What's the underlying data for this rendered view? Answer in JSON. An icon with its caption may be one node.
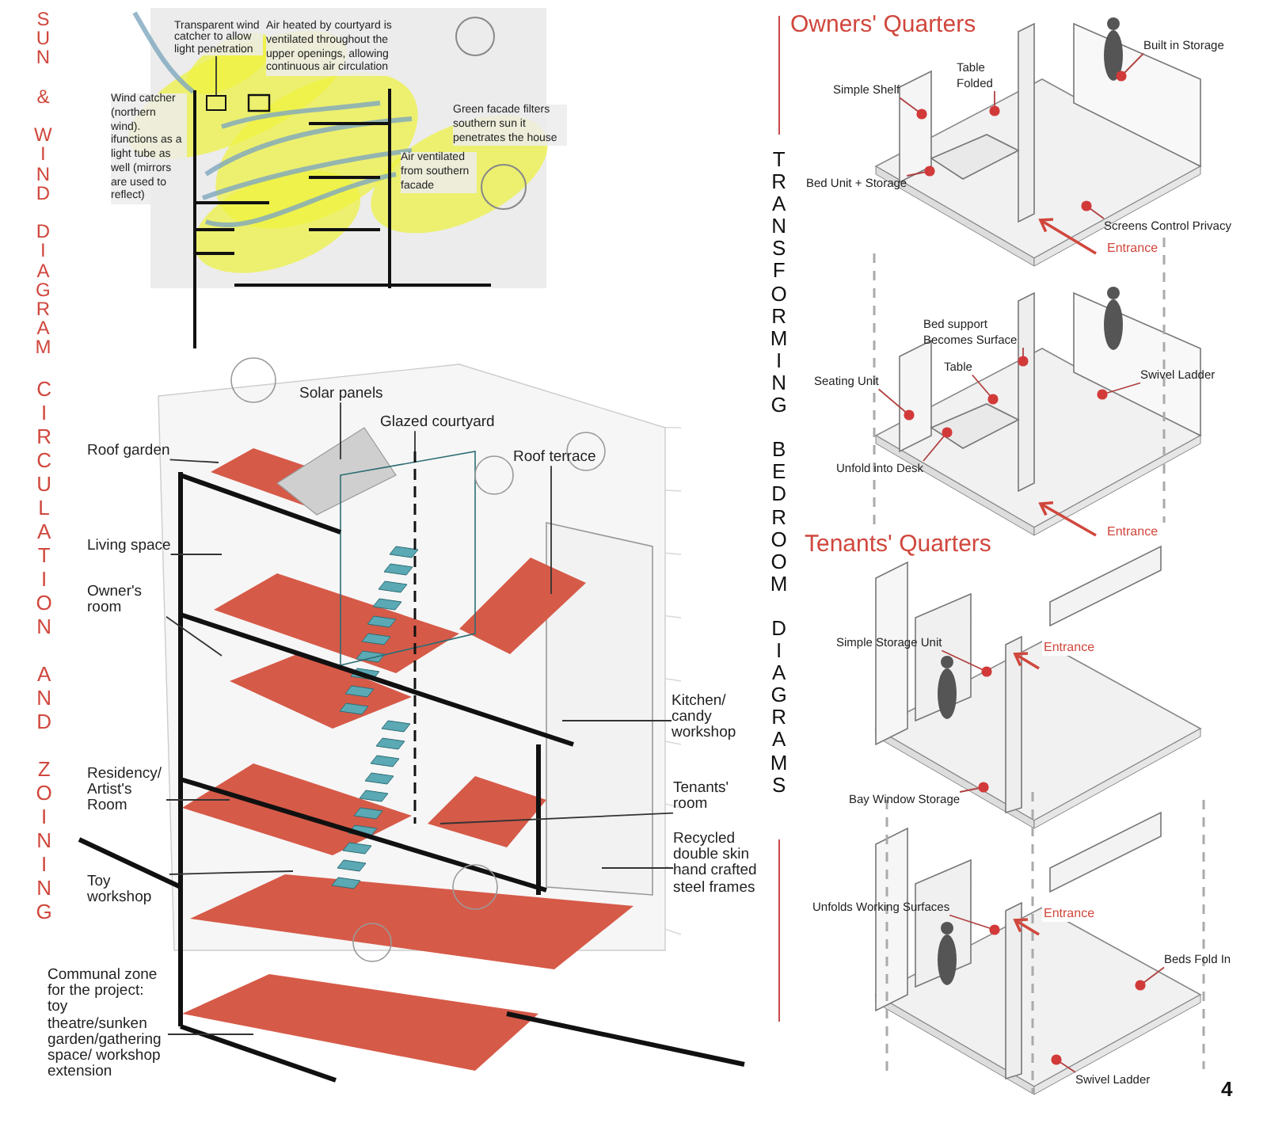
{
  "diagram": {
    "nodes": [
      {
        "text": [
          "Transparent wind catcher to allow light penetration"
        ]
      },
      {
        "text": [
          "Solar panels"
        ]
      },
      {
        "text": [
          "Glazed courtyard"
        ]
      },
      {
        "text": [
          "Roof garden"
        ]
      },
      {
        "text": [
          "Roof terrace"
        ]
      },
      {
        "text": [
          "Living space"
        ]
      },
      {
        "text": [
          "Owner's room"
        ]
      },
      {
        "text": [
          "Kitchen/ candy workshop"
        ]
      },
      {
        "text": [
          "Residency/ Artist's Room"
        ]
      },
      {
        "text": [
          "Tenants' room"
        ]
      },
      {
        "text": [
          "Recycled double skin hand crafted steel frames"
        ]
      },
      {
        "text": [
          "Toy workshop"
        ]
      },
      {
        "text": [
          "Communal zone for the project: toy theatre/sunken garden/gathering space/ workshop extension"
        ]
      },
      {
        "text": [
          "Built in Storage"
        ]
      },
      {
        "text": [
          "Table Folded"
        ]
      },
      {
        "text": [
          "Simple Shelf"
        ]
      },
      {
        "text": [
          "Bed Unit + Storage"
        ]
      },
      {
        "text": [
          "Screens Control Privacy"
        ]
      },
      {
        "text": [
          "Bed support Becomes Surface"
        ]
      },
      {
        "text": [
          "Table"
        ]
      },
      {
        "text": [
          "Swivel Ladder"
        ]
      },
      {
        "text": [
          "Seating Unit"
        ]
      },
      {
        "text": [
          "Unfold into Desk"
        ]
      },
      {
        "text": [
          "Simple Storage Unit"
        ]
      },
      {
        "text": [
          "Bay Window Storage"
        ]
      },
      {
        "text": [
          "Unfolds Working Surfaces"
        ]
      },
      {
        "text": [
          "Beds Fold In"
        ]
      },
      {
        "text": [
          "Swivel Ladder"
        ]
      },
      {
        "text": [],
        "shape": "box"
      }
    ],
    "edges": [
      {
        "from": 0,
        "to": 28,
        "arrow": "none",
        "color": "#333333"
      },
      {
        "from": 1,
        "to": null,
        "arrow": "none",
        "color": "#333333"
      },
      {
        "from": 2,
        "to": null,
        "arrow": "none",
        "color": "#333333"
      },
      {
        "from": 3,
        "to": null,
        "arrow": "none",
        "color": "#333333"
      },
      {
        "from": 4,
        "to": null,
        "arrow": "none",
        "color": "#333333"
      },
      {
        "from": 5,
        "to": null,
        "arrow": "none",
        "color": "#333333"
      },
      {
        "from": 6,
        "to": null,
        "arrow": "none",
        "color": "#333333"
      },
      {
        "from": 7,
        "to": null,
        "arrow": "none",
        "color": "#333333"
      },
      {
        "from": 8,
        "to": null,
        "arrow": "none",
        "color": "#333333"
      },
      {
        "from": 9,
        "to": null,
        "arrow": "none",
        "color": "#333333"
      },
      {
        "from": 10,
        "to": null,
        "arrow": "none",
        "color": "#333333"
      },
      {
        "from": 11,
        "to": null,
        "arrow": "none",
        "color": "#333333"
      },
      {
        "from": 12,
        "to": null,
        "arrow": "none",
        "color": "#333333"
      },
      {
        "from": 13,
        "to": null,
        "arrow": "other"
      },
      {
        "from": 14,
        "to": null,
        "arrow": "other"
      },
      {
        "from": 15,
        "to": null,
        "arrow": "other"
      },
      {
        "from": 16,
        "to": null,
        "arrow": "other"
      },
      {
        "from": 17,
        "to": null,
        "arrow": "other"
      },
      {
        "from": 18,
        "to": null,
        "arrow": "other"
      },
      {
        "from": 19,
        "to": null,
        "arrow": "other"
      },
      {
        "from": 20,
        "to": null,
        "arrow": "other"
      },
      {
        "from": 21,
        "to": null,
        "arrow": "other"
      },
      {
        "from": 22,
        "to": null,
        "arrow": "other"
      },
      {
        "from": 23,
        "to": null,
        "arrow": "other"
      },
      {
        "from": 24,
        "to": null,
        "arrow": "other"
      },
      {
        "from": 25,
        "to": null,
        "arrow": "other"
      },
      {
        "from": 26,
        "to": null,
        "arrow": "other"
      },
      {
        "from": 27,
        "to": null,
        "arrow": "other"
      }
    ],
    "labels": [
      "SUN & WIND DIAGRAM",
      "Air heated by courtyard is ventilated throughout the upper openings, allowing continuous air circulation",
      "Wind catcher (northern wind). ifunctions as a light tube as well (mirrors are used to reflect)",
      "Green facade filters southern sun it penetrates the house",
      "Air ventilated from southern facade",
      "CIRCULATION AND ZOINING",
      "TRANSFORMING BEDROOM DIAGRAMS",
      "Owners' Quarters",
      "Entrance",
      "Entrance",
      "Tenants' Quarters",
      "Entrance",
      "Entrance",
      "4"
    ]
  }
}
